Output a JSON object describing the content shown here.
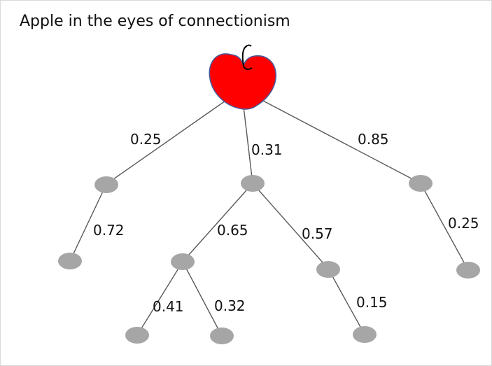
{
  "title": "Apple in the eyes of connectionism",
  "colors": {
    "apple": "#ff0000",
    "apple_outline": "#4a5a9a",
    "node": "#a6a6a6",
    "edge": "#5a5a5a"
  },
  "apple_icon": "apple-icon",
  "weights": {
    "root_left": "0.25",
    "root_middle": "0.31",
    "root_right": "0.85",
    "left_child": "0.72",
    "middle_left": "0.65",
    "middle_right": "0.57",
    "right_child": "0.25",
    "ml_left": "0.41",
    "ml_right": "0.32",
    "mr_child": "0.15"
  }
}
